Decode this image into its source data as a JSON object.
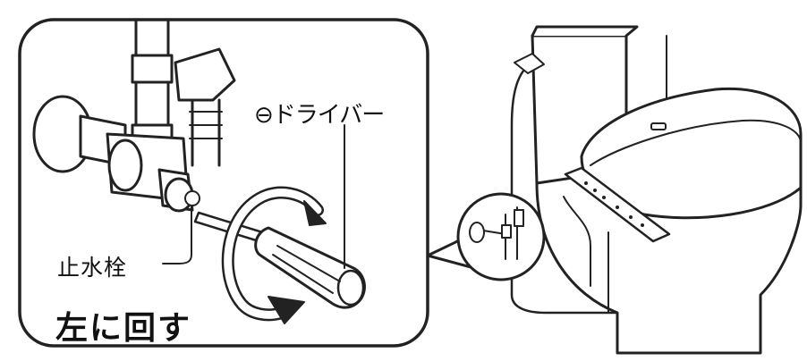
{
  "labels": {
    "driver": "⊖ドライバー",
    "stopcock": "止水栓",
    "instruction": "左に回す"
  }
}
